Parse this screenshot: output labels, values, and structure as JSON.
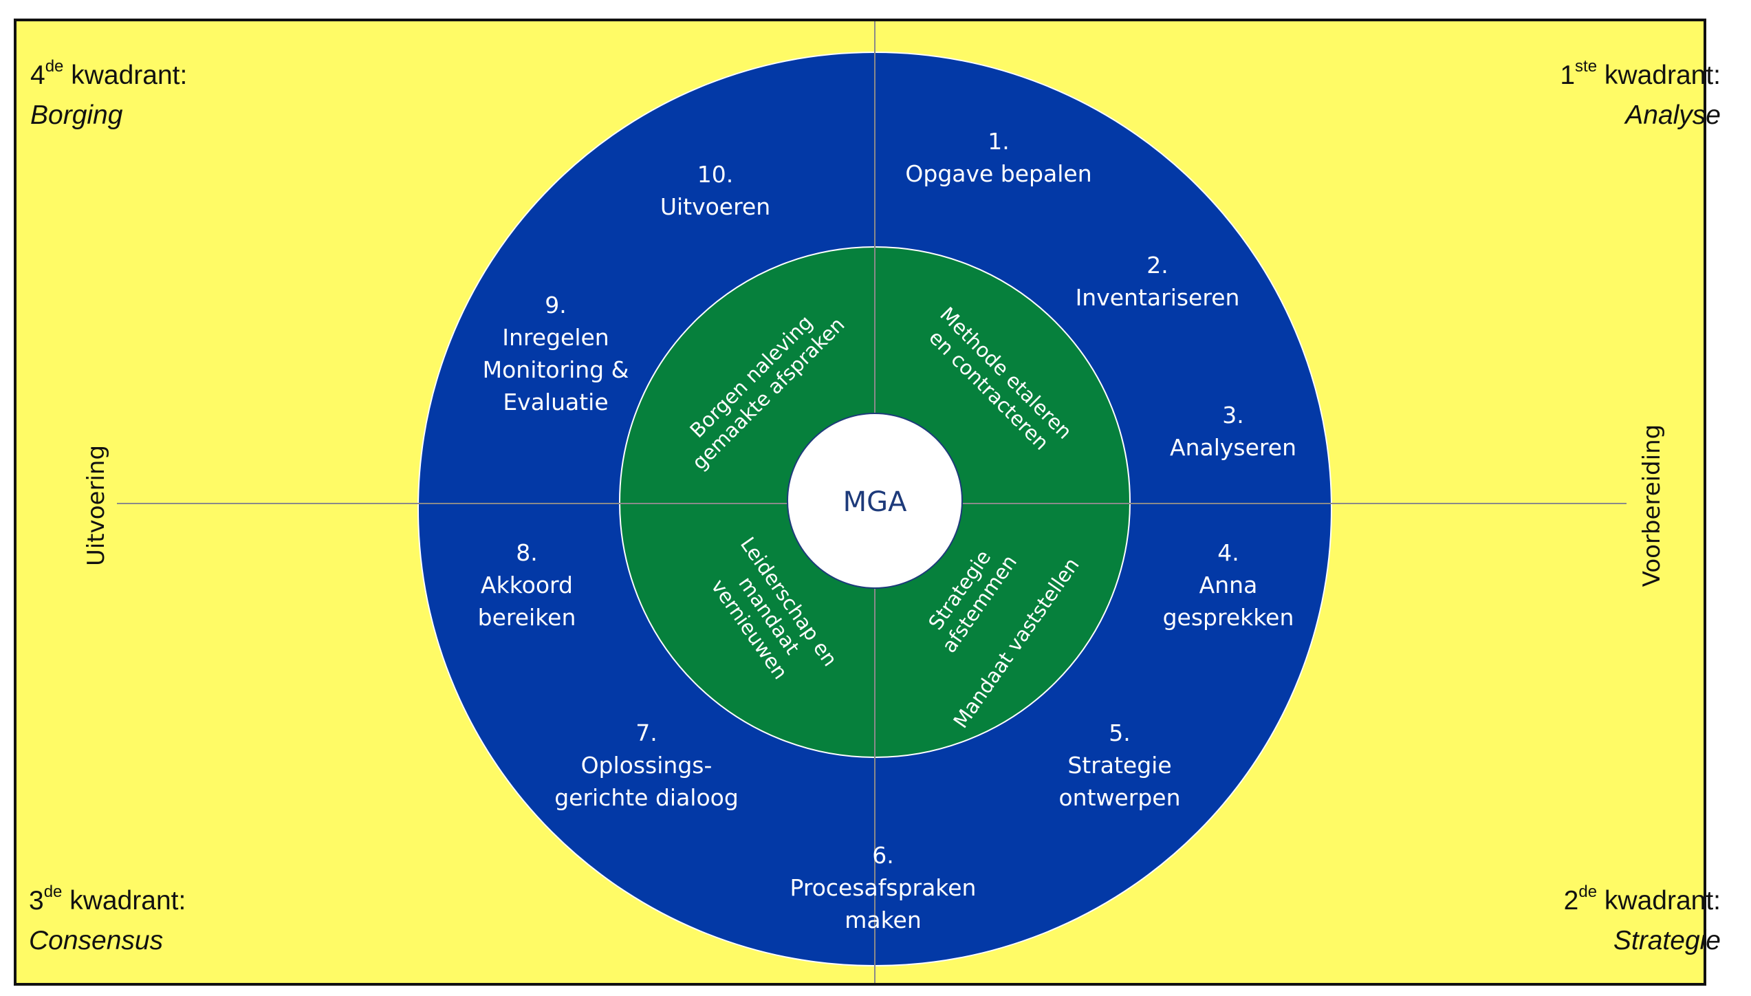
{
  "colors": {
    "background": "#FFFB66",
    "outer_ring": "#0339A6",
    "inner_ring": "#06803C",
    "center": "#FFFFFF",
    "center_text": "#1D3A7A",
    "axis_lines": "#8A8A8A",
    "border": "#111111"
  },
  "center": {
    "label": "MGA"
  },
  "quadrants": [
    {
      "id": "q1",
      "number": "1",
      "suffix": "ste",
      "word": "kwadrant:",
      "name": "Analyse",
      "position": "top-right"
    },
    {
      "id": "q2",
      "number": "2",
      "suffix": "de",
      "word": "kwadrant:",
      "name": "Strategie",
      "position": "bottom-right"
    },
    {
      "id": "q3",
      "number": "3",
      "suffix": "de",
      "word": "kwadrant:",
      "name": "Consensus",
      "position": "bottom-left"
    },
    {
      "id": "q4",
      "number": "4",
      "suffix": "de",
      "word": "kwadrant:",
      "name": "Borging",
      "position": "top-left"
    }
  ],
  "axis_labels": {
    "left": "Uitvoering",
    "right": "Voorbereiding"
  },
  "steps": [
    {
      "number": "1.",
      "lines": [
        "Opgave bepalen"
      ]
    },
    {
      "number": "2.",
      "lines": [
        "Inventariseren"
      ]
    },
    {
      "number": "3.",
      "lines": [
        "Analyseren"
      ]
    },
    {
      "number": "4.",
      "lines": [
        "Anna",
        "gesprekken"
      ]
    },
    {
      "number": "5.",
      "lines": [
        "Strategie",
        "ontwerpen"
      ]
    },
    {
      "number": "6.",
      "lines": [
        "Procesafspraken",
        "maken"
      ]
    },
    {
      "number": "7.",
      "lines": [
        "Oplossings-",
        "gerichte dialoog"
      ]
    },
    {
      "number": "8.",
      "lines": [
        "Akkoord",
        "bereiken"
      ]
    },
    {
      "number": "9.",
      "lines": [
        "Inregelen",
        "Monitoring &",
        "Evaluatie"
      ]
    },
    {
      "number": "10.",
      "lines": [
        "Uitvoeren"
      ]
    }
  ],
  "inner_ring_labels": [
    {
      "quadrant": "top-right",
      "lines": [
        "Methode etaleren",
        "en contracteren"
      ]
    },
    {
      "quadrant": "bottom-right-a",
      "lines": [
        "Strategie",
        "afstemmen"
      ]
    },
    {
      "quadrant": "bottom-right-b",
      "lines": [
        "Mandaat vaststellen"
      ]
    },
    {
      "quadrant": "bottom-left",
      "lines": [
        "Leiderschap en",
        "mandaat",
        "vernieuwen"
      ]
    },
    {
      "quadrant": "top-left",
      "lines": [
        "Borgen naleving",
        "gemaakte afspraken"
      ]
    }
  ]
}
